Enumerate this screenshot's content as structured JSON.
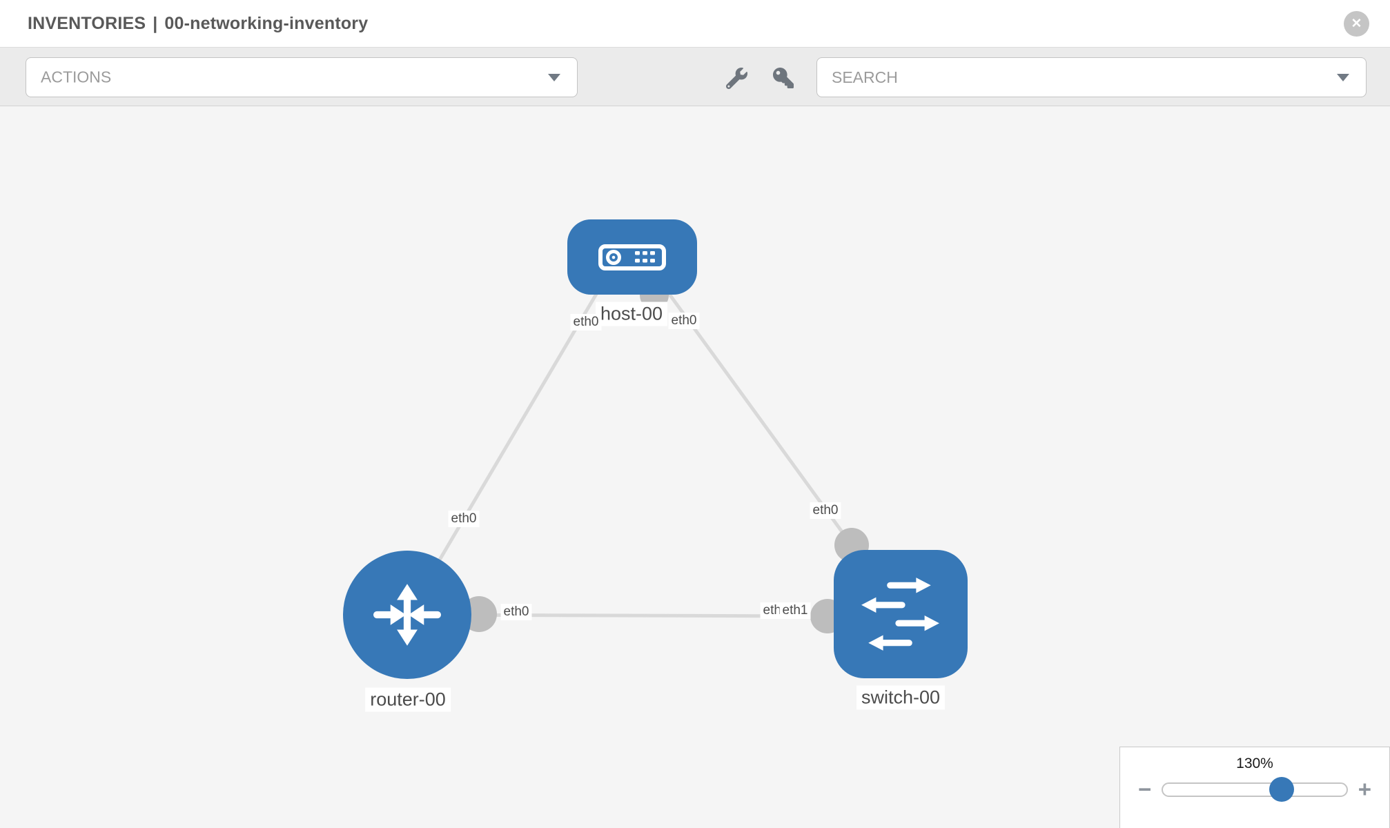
{
  "header": {
    "section": "INVENTORIES",
    "separator": "|",
    "inventory_name": "00-networking-inventory",
    "close_glyph": "✕"
  },
  "toolbar": {
    "actions_label": "ACTIONS",
    "search_placeholder": "SEARCH",
    "icons": [
      "wrench-icon",
      "key-icon"
    ]
  },
  "topology": {
    "nodes": [
      {
        "id": "host-00",
        "type": "host"
      },
      {
        "id": "router-00",
        "type": "router"
      },
      {
        "id": "switch-00",
        "type": "switch"
      }
    ],
    "links": [
      {
        "source": "host-00",
        "source_interface": "eth0",
        "target": "router-00",
        "target_interface": "eth0"
      },
      {
        "source": "host-00",
        "source_interface": "eth0",
        "target": "switch-00",
        "target_interface": "eth0"
      },
      {
        "source": "router-00",
        "source_interface": "eth0",
        "target": "switch-00",
        "target_interface": "eth1"
      }
    ],
    "labels": {
      "host": "host-00",
      "router": "router-00",
      "switch": "switch-00",
      "host_if_left": "eth0",
      "host_if_right": "eth0",
      "host_router_if": "eth0",
      "host_switch_if": "eth0",
      "router_if": "eth0",
      "switch_if_hidden": "eth0",
      "switch_if": "eth1"
    }
  },
  "zoom_control": {
    "level": "130%",
    "minus_glyph": "−",
    "plus_glyph": "+"
  },
  "colors": {
    "node_blue": "#3778b7",
    "link_gray": "#d9d9d9",
    "port_gray": "#bdbdbd",
    "toolbar_gray": "#ebebeb"
  }
}
